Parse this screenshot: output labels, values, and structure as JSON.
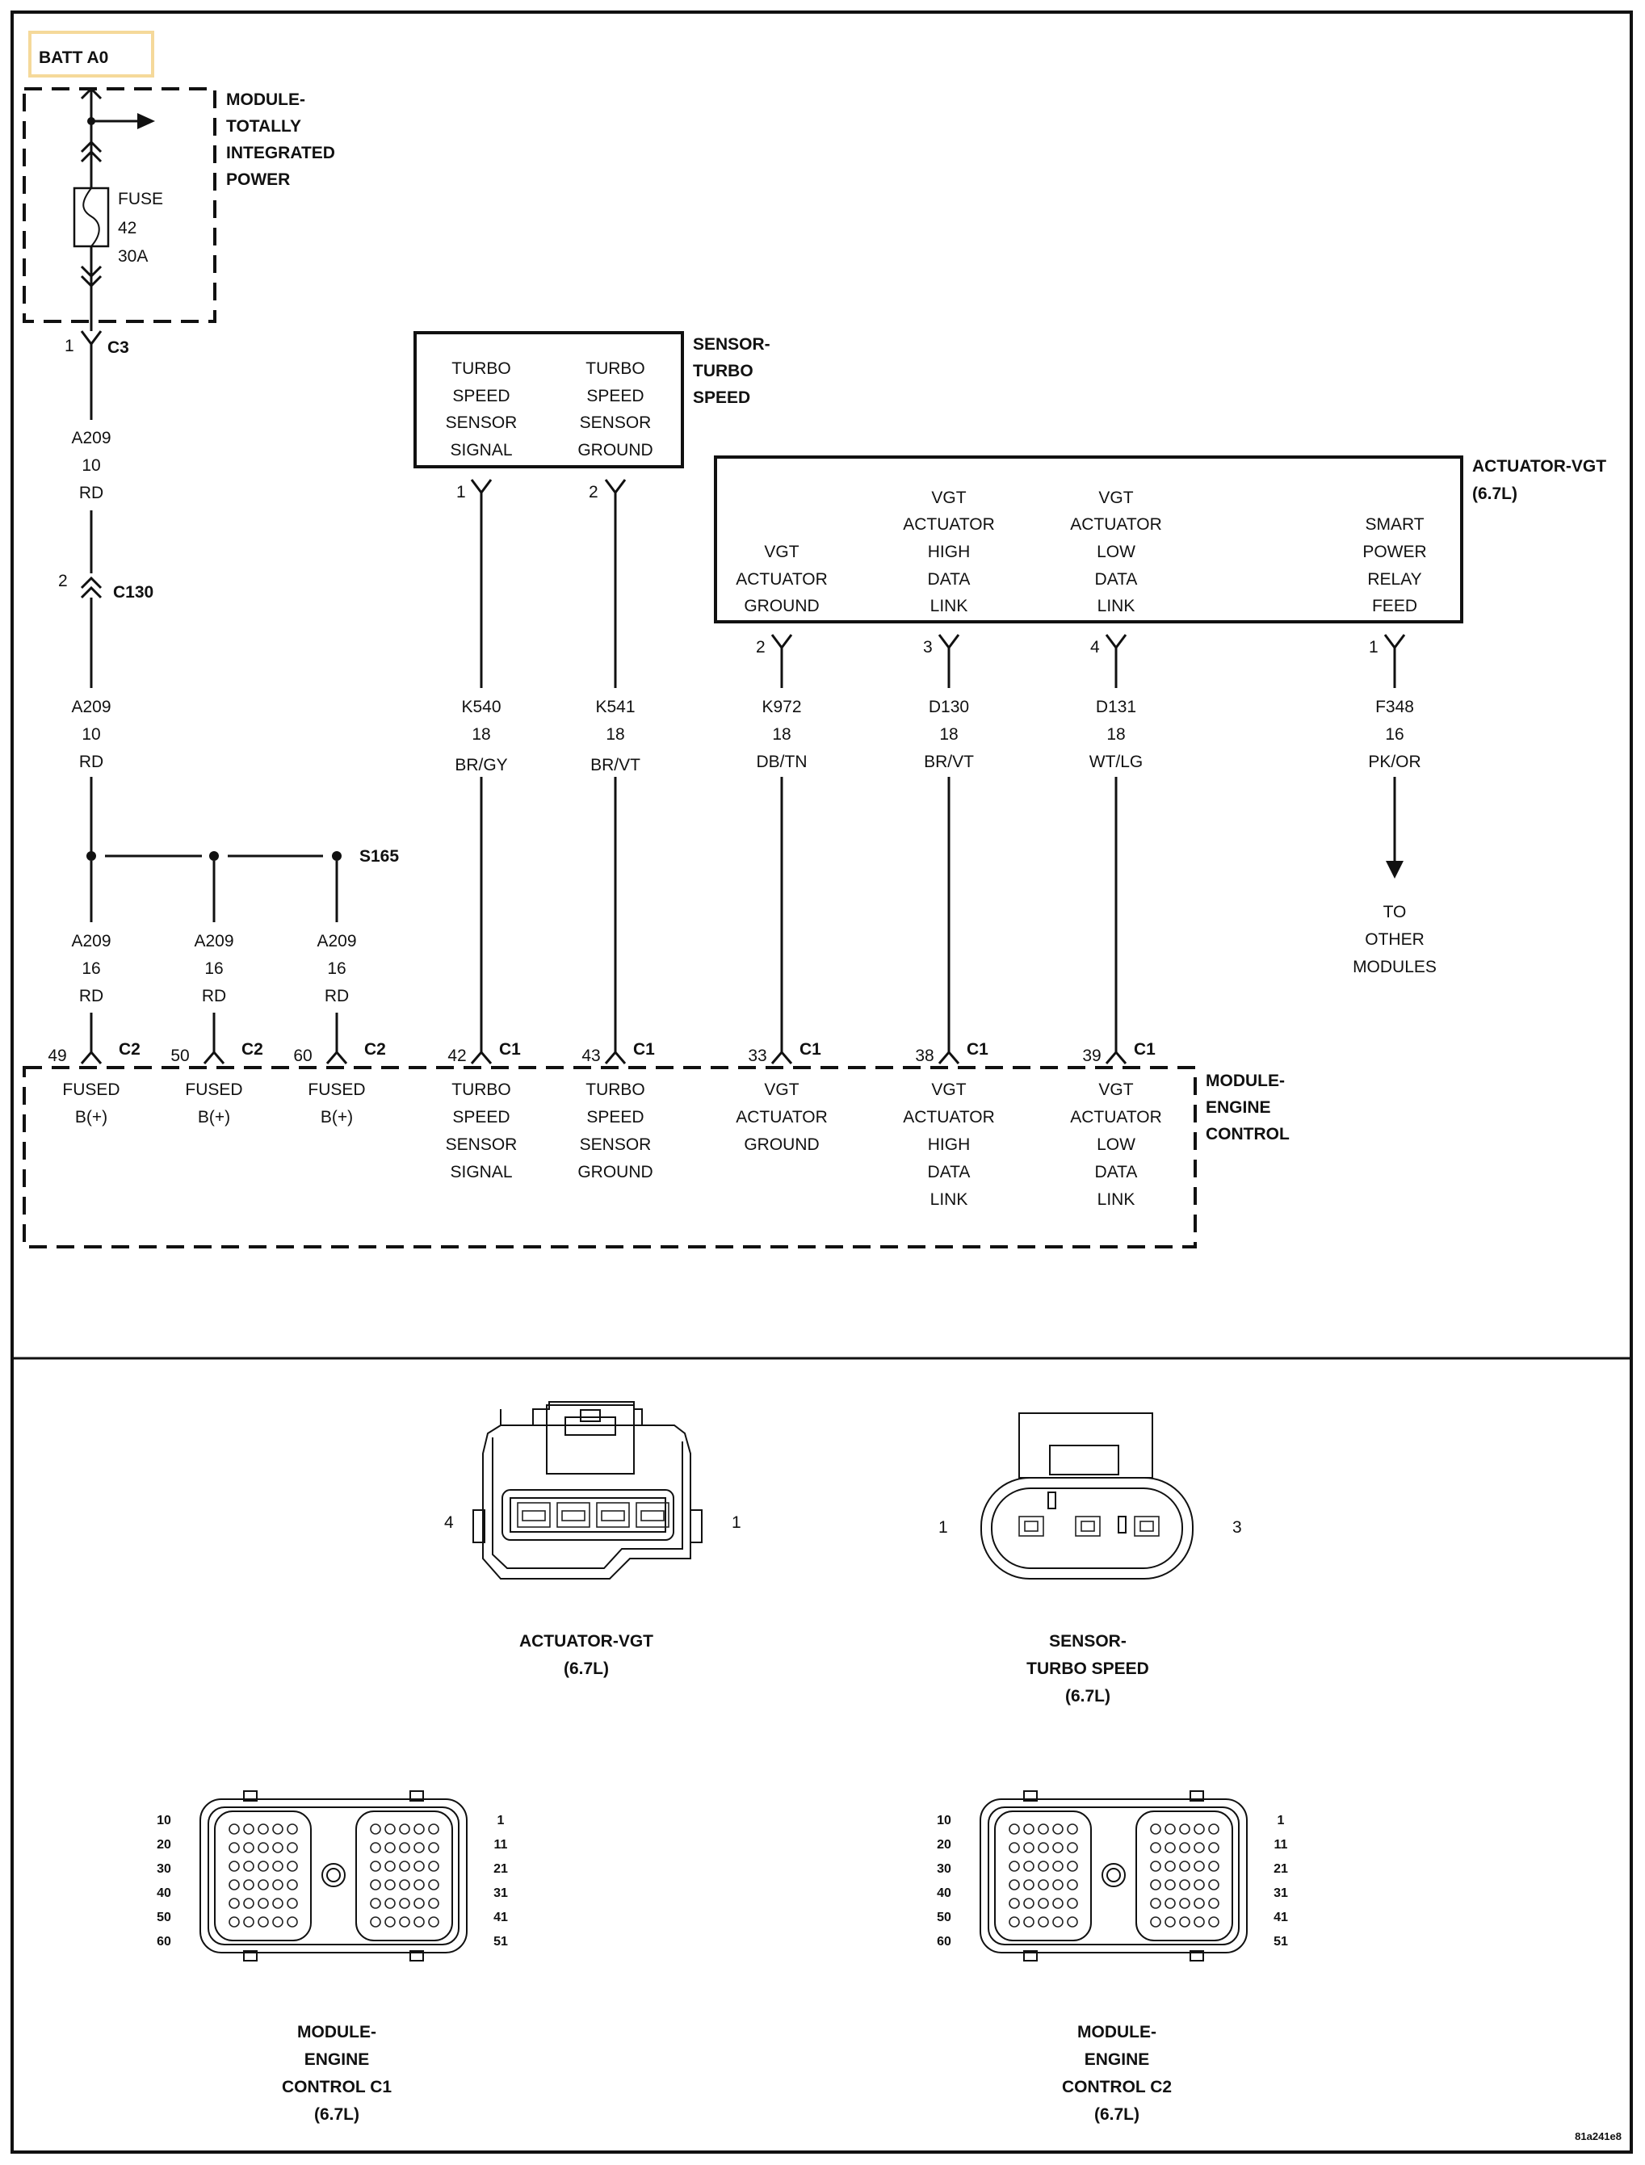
{
  "batt": "BATT A0",
  "tipm": {
    "title": [
      "MODULE-",
      "TOTALLY",
      "INTEGRATED",
      "POWER"
    ],
    "fuse": [
      "FUSE",
      "42",
      "30A"
    ],
    "pin": "1",
    "conn": "C3"
  },
  "a209_top": [
    "A209",
    "10",
    "RD"
  ],
  "c130": {
    "pin": "2",
    "conn": "C130"
  },
  "a209_mid": [
    "A209",
    "10",
    "RD"
  ],
  "splice": "S165",
  "a209_branches": [
    {
      "id": [
        "A209",
        "16",
        "RD"
      ],
      "pin": "49",
      "conn": "C2",
      "func": [
        "FUSED",
        "B(+)"
      ]
    },
    {
      "id": [
        "A209",
        "16",
        "RD"
      ],
      "pin": "50",
      "conn": "C2",
      "func": [
        "FUSED",
        "B(+)"
      ]
    },
    {
      "id": [
        "A209",
        "16",
        "RD"
      ],
      "pin": "60",
      "conn": "C2",
      "func": [
        "FUSED",
        "B(+)"
      ]
    }
  ],
  "sensor": {
    "title": [
      "SENSOR-",
      "TURBO",
      "SPEED"
    ],
    "cols": [
      [
        "TURBO",
        "SPEED",
        "SENSOR",
        "SIGNAL"
      ],
      [
        "TURBO",
        "SPEED",
        "SENSOR",
        "GROUND"
      ]
    ],
    "pins": [
      "1",
      "2"
    ]
  },
  "actuator": {
    "title": [
      "ACTUATOR-VGT",
      "(6.7L)"
    ],
    "cols": [
      [
        "VGT",
        "ACTUATOR",
        "GROUND"
      ],
      [
        "VGT",
        "ACTUATOR",
        "HIGH",
        "DATA",
        "LINK"
      ],
      [
        "VGT",
        "ACTUATOR",
        "LOW",
        "DATA",
        "LINK"
      ],
      [
        "SMART",
        "POWER",
        "RELAY",
        "FEED"
      ]
    ],
    "pins": [
      "2",
      "3",
      "4",
      "1"
    ]
  },
  "wires": [
    {
      "id": [
        "K540",
        "18",
        "BR/GY"
      ],
      "pin": "42",
      "conn": "C1",
      "func": [
        "TURBO",
        "SPEED",
        "SENSOR",
        "SIGNAL"
      ]
    },
    {
      "id": [
        "K541",
        "18",
        "BR/VT"
      ],
      "pin": "43",
      "conn": "C1",
      "func": [
        "TURBO",
        "SPEED",
        "SENSOR",
        "GROUND"
      ]
    },
    {
      "id": [
        "K972",
        "18",
        "DB/TN"
      ],
      "pin": "33",
      "conn": "C1",
      "func": [
        "VGT",
        "ACTUATOR",
        "GROUND"
      ]
    },
    {
      "id": [
        "D130",
        "18",
        "BR/VT"
      ],
      "pin": "38",
      "conn": "C1",
      "func": [
        "VGT",
        "ACTUATOR",
        "HIGH",
        "DATA",
        "LINK"
      ]
    },
    {
      "id": [
        "D131",
        "18",
        "WT/LG"
      ],
      "pin": "39",
      "conn": "C1",
      "func": [
        "VGT",
        "ACTUATOR",
        "LOW",
        "DATA",
        "LINK"
      ]
    }
  ],
  "f348": {
    "id": [
      "F348",
      "16",
      "PK/OR"
    ],
    "dest": [
      "TO",
      "OTHER",
      "MODULES"
    ]
  },
  "ecm_title": [
    "MODULE-",
    "ENGINE",
    "CONTROL"
  ],
  "views": {
    "act": {
      "title": [
        "ACTUATOR-VGT",
        "(6.7L)"
      ],
      "left": "4",
      "right": "1"
    },
    "sen": {
      "title": [
        "SENSOR-",
        "TURBO SPEED",
        "(6.7L)"
      ],
      "left": "1",
      "right": "3"
    },
    "c1": {
      "title": [
        "MODULE-",
        "ENGINE",
        "CONTROL C1",
        "(6.7L)"
      ],
      "left": [
        "10",
        "20",
        "30",
        "40",
        "50",
        "60"
      ],
      "right": [
        "1",
        "11",
        "21",
        "31",
        "41",
        "51"
      ]
    },
    "c2": {
      "title": [
        "MODULE-",
        "ENGINE",
        "CONTROL C2",
        "(6.7L)"
      ],
      "left": [
        "10",
        "20",
        "30",
        "40",
        "50",
        "60"
      ],
      "right": [
        "1",
        "11",
        "21",
        "31",
        "41",
        "51"
      ]
    }
  },
  "code": "81a241e8"
}
